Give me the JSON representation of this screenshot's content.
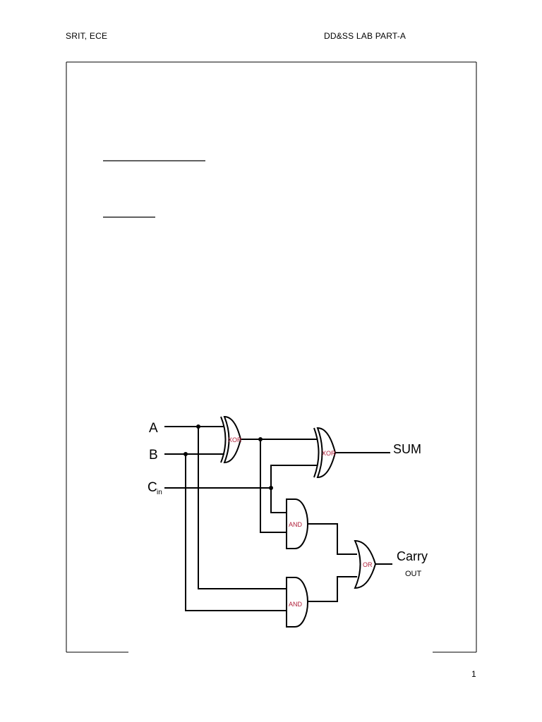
{
  "header": {
    "left": "SRIT, ECE",
    "right": "DD&SS LAB PART-A"
  },
  "page_number": "1",
  "diagram": {
    "inputs": {
      "a": "A",
      "b": "B",
      "cin_main": "C",
      "cin_sub": "in"
    },
    "outputs": {
      "sum": "SUM",
      "carry": "Carry",
      "carry_sub": "OUT"
    },
    "gates": {
      "xor1": "XOR",
      "xor2": "XOR",
      "and1": "AND",
      "and2": "AND",
      "or1": "OR"
    }
  }
}
